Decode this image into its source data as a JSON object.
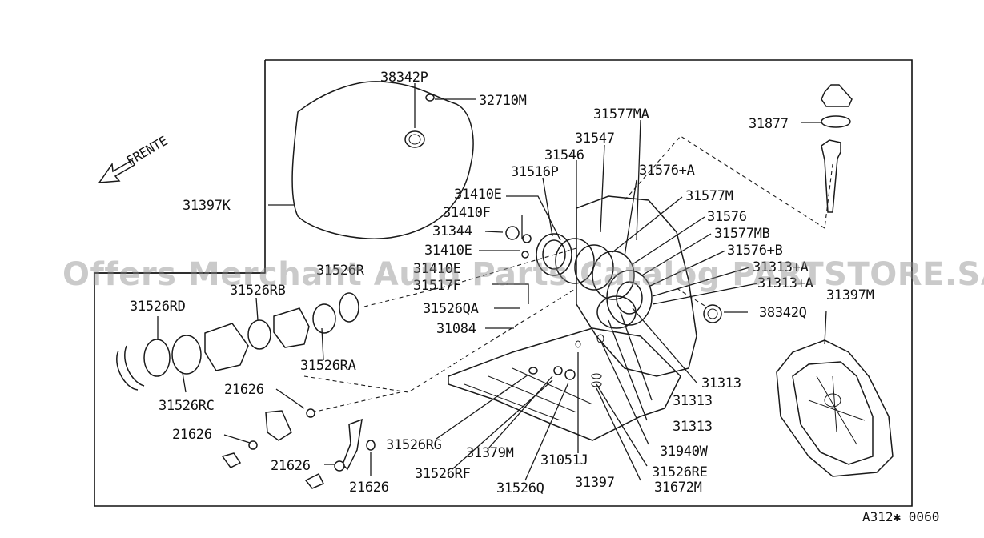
{
  "direction_label": "FRENTE",
  "watermark": "Offers Merchant Auto Parts Catalog PARTSTORE.SA",
  "figure_code": "A312✱ 0060",
  "part_labels": {
    "p38342P": "38342P",
    "p32710M": "32710M",
    "p31577MA": "31577MA",
    "p31877": "31877",
    "p31547": "31547",
    "p31546": "31546",
    "p31516P": "31516P",
    "p31576A": "31576+A",
    "p31397K": "31397K",
    "p31410E_a": "31410E",
    "p31577M": "31577M",
    "p31410F": "31410F",
    "p31576": "31576",
    "p31344": "31344",
    "p31577MB": "31577MB",
    "p31410E_b": "31410E",
    "p31576B": "31576+B",
    "p31526R": "31526R",
    "p31410E_c": "31410E",
    "p31313A_a": "31313+A",
    "p31526RB": "31526RB",
    "p31517F": "31517F",
    "p31313A_b": "31313+A",
    "p31526RD": "31526RD",
    "p31526QA": "31526QA",
    "p38342Q": "38342Q",
    "p31397M": "31397M",
    "p31084": "31084",
    "p31526RA": "31526RA",
    "p31313_a": "31313",
    "p21626_a": "21626",
    "p31313_b": "31313",
    "p31526RC": "31526RC",
    "p31313_c": "31313",
    "p21626_b": "21626",
    "p31526RG": "31526RG",
    "p31379M": "31379M",
    "p31051J": "31051J",
    "p31940W": "31940W",
    "p21626_c": "21626",
    "p31526RF": "31526RF",
    "p31526RE": "31526RE",
    "p21626_d": "21626",
    "p31526Q": "31526Q",
    "p31397": "31397",
    "p31672M": "31672M"
  }
}
